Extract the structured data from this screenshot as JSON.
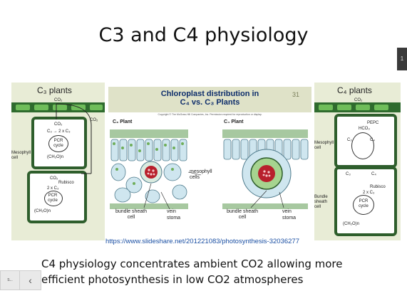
{
  "slide": {
    "title": "C3 and C4 physiology",
    "link": "https://www.slideshare.net/201221083/photosynthesis-32036277",
    "caption_line1": "C4 physiology concentrates ambient CO2 allowing more",
    "caption_line2": "efficient photosynthesis in low CO2 atmospheres"
  },
  "left_diagram": {
    "heading": "C₃ plants",
    "co2_top": "CO₂",
    "co2_right": "CO₂",
    "mesophyll_label": "Mesophyll cell",
    "top_cycle": [
      "CO₂",
      "C₃ → 2 x C₃",
      "PCR cycle",
      "(CH₂O)n"
    ],
    "bottom_cycle": [
      "CO₂",
      "Rubisco",
      "2 x C₃",
      "PCR cycle",
      "(CH₂O)n"
    ]
  },
  "center_figure": {
    "title_line1": "Chloroplast distribution in",
    "title_line2": "C₄ vs. C₃ Plants",
    "page_number": "31",
    "copyright": "Copyright © The McGraw-Hill Companies, Inc. Permission required for reproduction or display.",
    "c3_label": "C₃ Plant",
    "c4_label": "C₄ Plant",
    "mesophyll_cells": "mesophyll cells",
    "bundle_sheath_cell": "bundle sheath cell",
    "vein": "vein",
    "stoma": "stoma"
  },
  "right_diagram": {
    "heading": "C₄ plants",
    "co2_top": "CO₂",
    "pepc": "PEPC",
    "hco3": "HCO₃",
    "mesophyll_label": "Mesophyll cell",
    "bundle_label": "Bundle sheath cell",
    "c4": "C₄",
    "c3": "C₃",
    "rubisco": "Rubisco",
    "pcr": "PCR cycle",
    "product": "(CH₂O)n",
    "two_c3": "2 x C₃"
  },
  "side_tab": {
    "label": "1"
  },
  "nav": {
    "thumb_label": "S...",
    "prev_icon": "‹"
  }
}
